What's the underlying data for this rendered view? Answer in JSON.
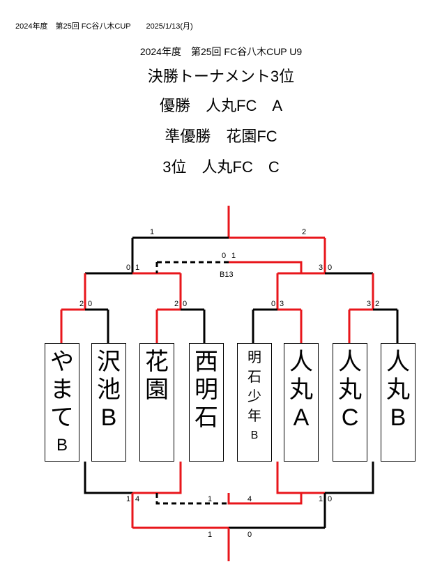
{
  "header": {
    "top_left": "2024年度　第25回 FC谷八木CUP　　2025/1/13(月)",
    "subtitle": "2024年度　第25回 FC谷八木CUP U9",
    "title": "決勝トーナメント3位",
    "winner_label": "優勝",
    "winner_team": "人丸FC　A",
    "runner_label": "準優勝",
    "runner_team": "花園FC",
    "third_label": "3位",
    "third_team": "人丸FC　C"
  },
  "teams": [
    {
      "main": [
        "や",
        "ま",
        "て"
      ],
      "sub": "B"
    },
    {
      "main": [
        "沢",
        "池"
      ],
      "sub": "B"
    },
    {
      "main": [
        "花",
        "園"
      ],
      "sub": ""
    },
    {
      "main": [
        "西",
        "明",
        "石"
      ],
      "sub": ""
    },
    {
      "main": [
        "明",
        "石",
        "少",
        "年"
      ],
      "sub": "B"
    },
    {
      "main": [
        "人",
        "丸"
      ],
      "sub": "A"
    },
    {
      "main": [
        "人",
        "丸"
      ],
      "sub": "C"
    },
    {
      "main": [
        "人",
        "丸"
      ],
      "sub": "B"
    }
  ],
  "scores": {
    "final_left": "1",
    "final_right": "2",
    "semi_left_a": "0",
    "semi_left_b": "1",
    "semi_mid_a": "0",
    "semi_mid_b": "1",
    "semi_right_a": "3",
    "semi_right_b": "0",
    "q1_a": "2",
    "q1_b": "0",
    "q2_a": "2",
    "q2_b": "0",
    "q3_a": "0",
    "q3_b": "3",
    "q4_a": "3",
    "q4_b": "2",
    "bottom_l_a": "1",
    "bottom_l_b": "4",
    "bottom_mid_a": "1",
    "bottom_mid_b": "4",
    "bottom_r_a": "1",
    "bottom_r_b": "0",
    "third_a": "1",
    "third_b": "0"
  },
  "match_label": "B13",
  "colors": {
    "win": "#e8161b",
    "lose": "#000000"
  }
}
